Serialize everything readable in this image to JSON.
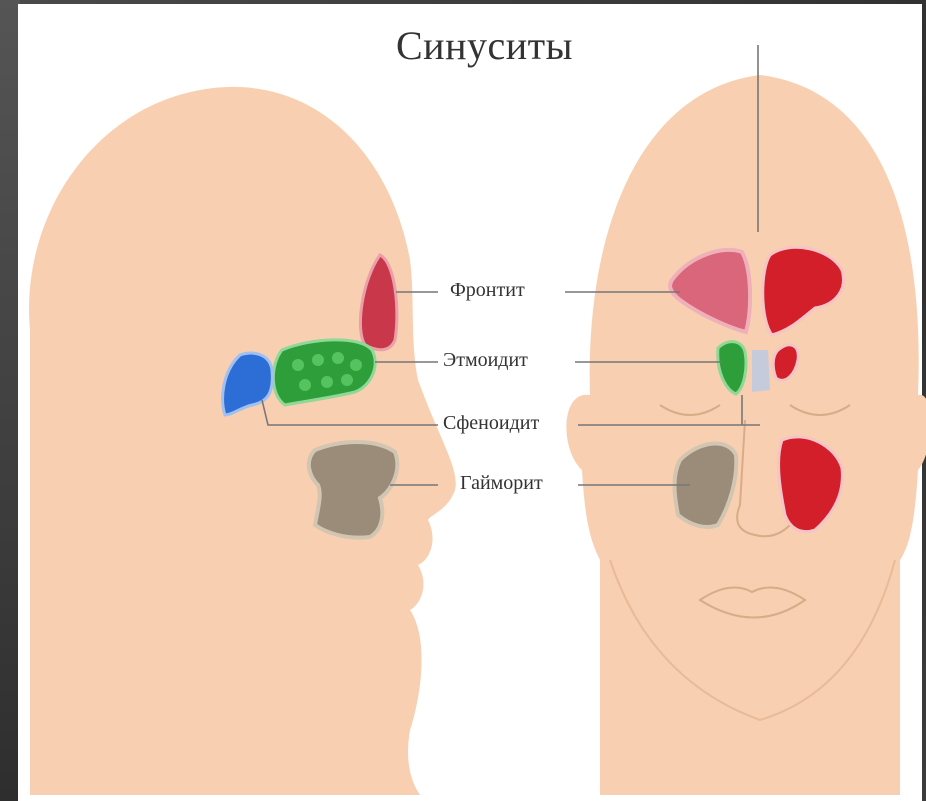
{
  "title": "Синуситы",
  "labels": {
    "frontal": "Фронтит",
    "ethmoid": "Этмоидит",
    "sphenoid": "Сфеноидит",
    "maxillary": "Гайморит"
  },
  "colors": {
    "skin": "#f8cfb0",
    "frontal": "#c8374a",
    "ethmoid": "#2e9e3a",
    "sphenoid": "#2c6ed6",
    "maxillary": "#9a8c78",
    "line": "#777777"
  }
}
